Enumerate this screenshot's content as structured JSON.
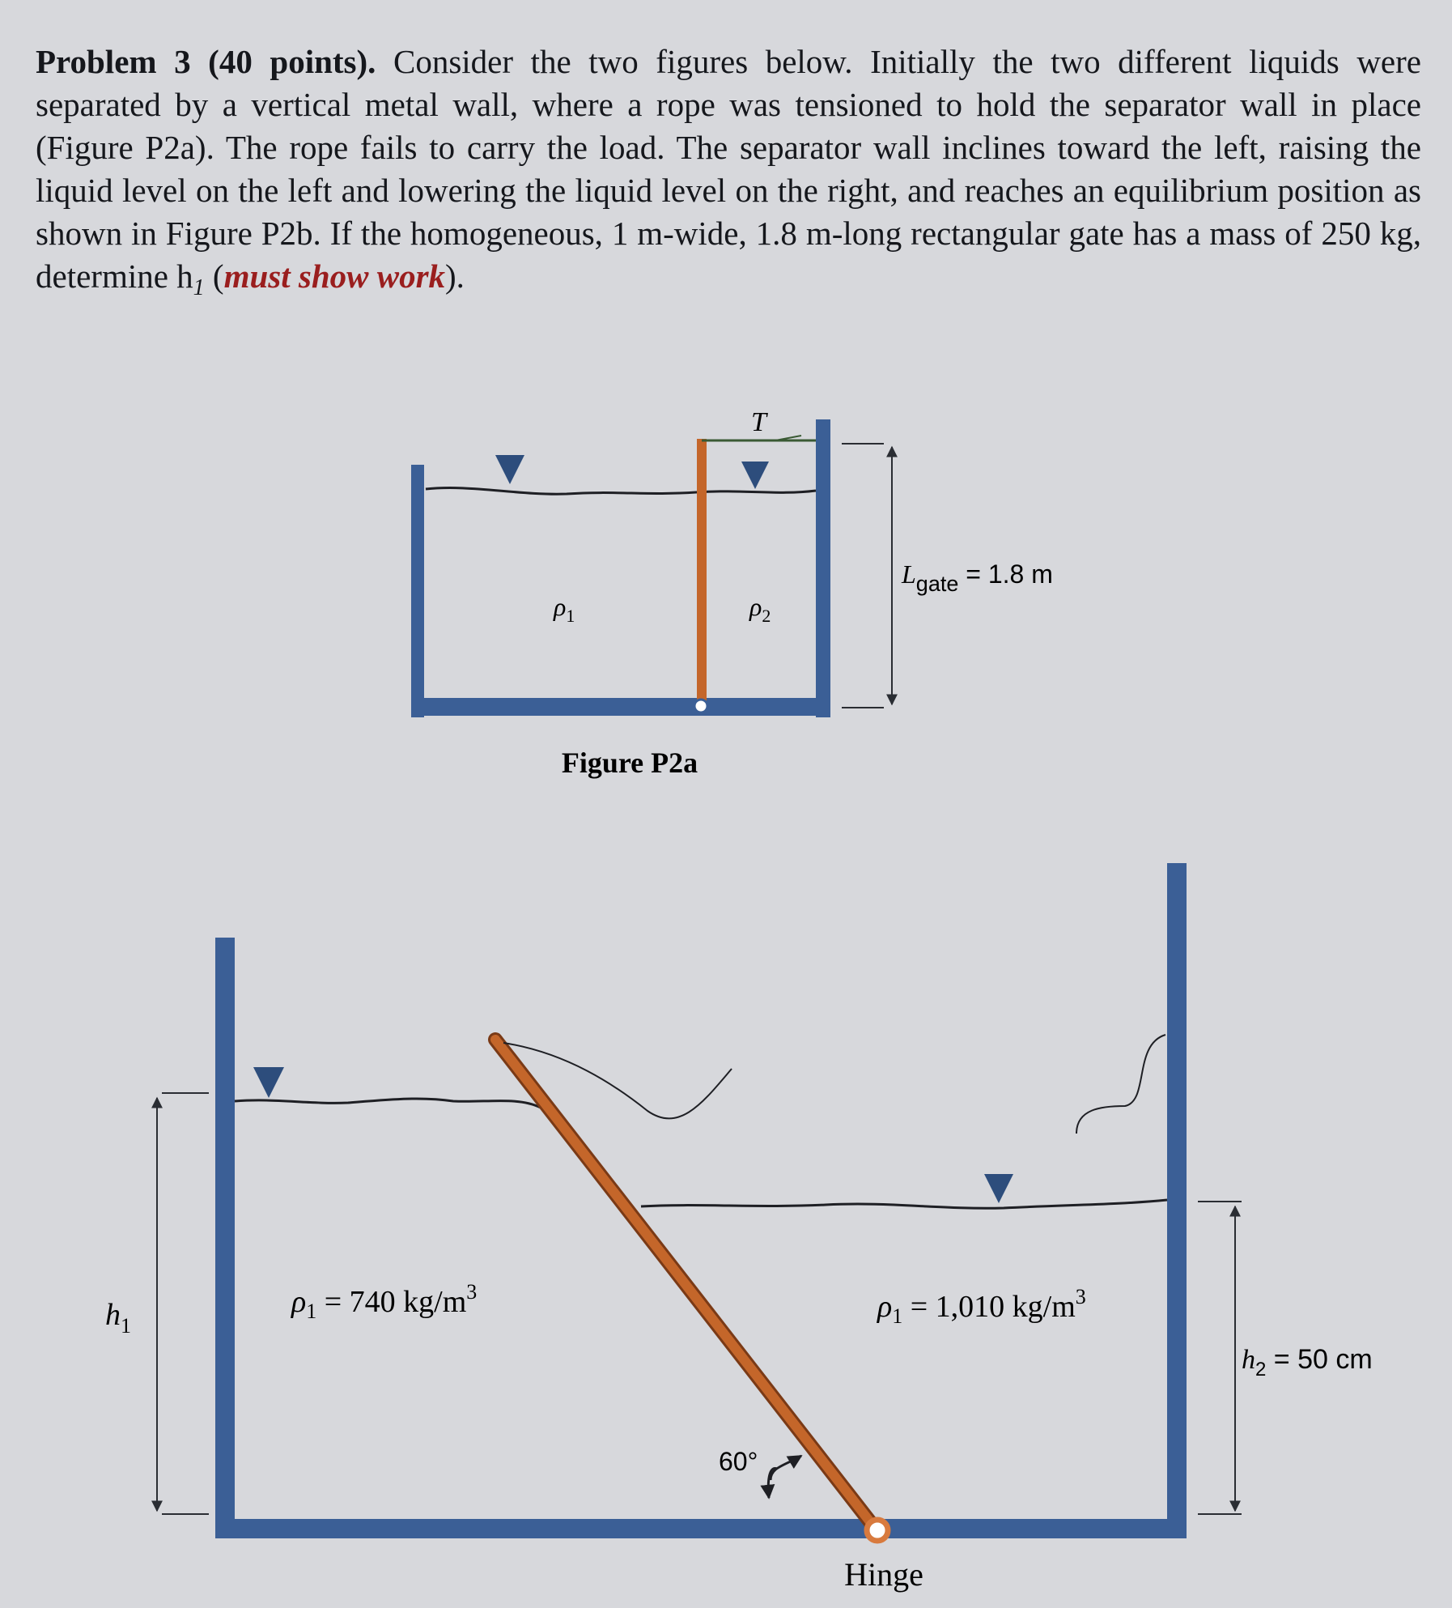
{
  "problem": {
    "heading": "Problem 3 (40 points).",
    "body": " Consider the two figures below. Initially the two different liquids were separated by a vertical metal wall, where a rope was tensioned to hold the separator wall in place (Figure P2a). The rope fails to carry the load. The separator wall inclines toward the left, raising the liquid level on the left and lowering the liquid level on the right, and reaches an equilibrium position as shown in Figure P2b. If the homogeneous, 1 m-wide, 1.8 m-long rectangular gate has a mass of 250 kg, determine h",
    "h_sub": "1",
    "open_paren": " (",
    "emphasis": "must show work",
    "close": ")."
  },
  "figure_a": {
    "rope_label": "T",
    "rho_left": "ρ",
    "rho_left_sub": "1",
    "rho_right": "ρ",
    "rho_right_sub": "2",
    "gate_length_L": "L",
    "gate_length_sub": "gate",
    "gate_length_value": " = 1.8 m",
    "caption": "Figure P2a"
  },
  "figure_b": {
    "h1_label": "h",
    "h1_sub": "1",
    "rho_left_symbol": "ρ",
    "rho_left_sub": "1",
    "rho_left_value": " = 740 kg/m",
    "rho_left_exp": "3",
    "rho_right_symbol": "ρ",
    "rho_right_sub": "1",
    "rho_right_value": " = 1,010 kg/m",
    "rho_right_exp": "3",
    "h2_label": "h",
    "h2_sub": "2",
    "h2_value": " = 50 cm",
    "angle_label": "60°",
    "hinge_label": "Hinge"
  },
  "colors": {
    "tank_wall": "#3b5f96",
    "gate": "#c4662a",
    "dimension_line": "#2a2d33",
    "emphasis": "#9a1e1e"
  }
}
